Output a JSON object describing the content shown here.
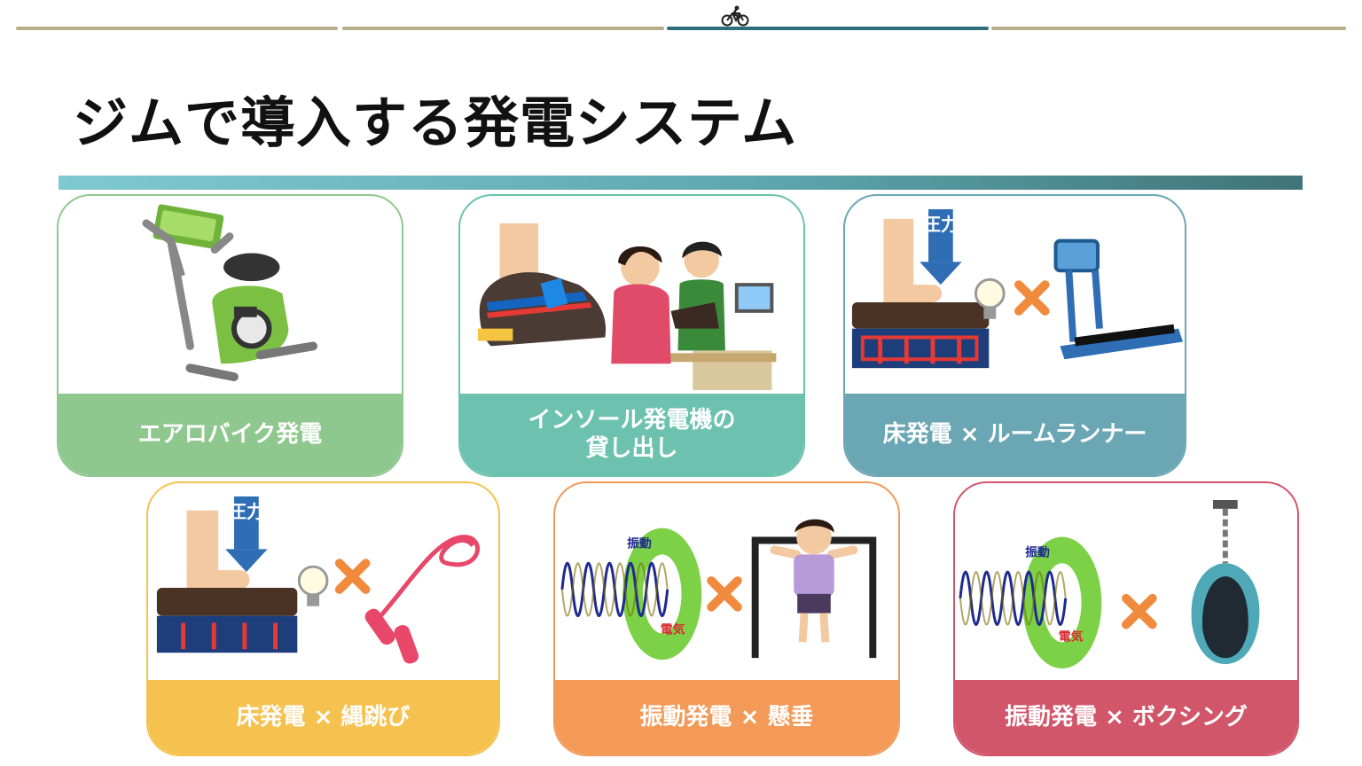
{
  "slide": {
    "title": "ジムで導入する発電システム",
    "progress": {
      "segments": 4,
      "current": 3
    }
  },
  "cards": [
    {
      "label": "エアロバイク発電",
      "color": "#8fc88f"
    },
    {
      "label_line1": "インソール発電機の",
      "label_line2": "貸し出し",
      "color": "#6cc2ae"
    },
    {
      "label": "床発電 × ルームランナー",
      "pressure_label": "圧力",
      "color": "#6aa6b4"
    },
    {
      "label": "床発電 × 縄跳び",
      "pressure_label": "圧力",
      "color": "#f5c24f"
    },
    {
      "label": "振動発電 × 懸垂",
      "vibration_label": "振動",
      "electric_label": "電気",
      "color": "#f39a58"
    },
    {
      "label": "振動発電 × ボクシング",
      "vibration_label": "振動",
      "electric_label": "電気",
      "color": "#d2566a"
    }
  ],
  "icons": [
    "bicycle-icon",
    "exercise-bike-icon",
    "shoe-icon",
    "shop-clerk-icon",
    "foot-icon",
    "pressure-arrow-icon",
    "light-bulb-icon",
    "cross-icon",
    "treadmill-icon",
    "jump-rope-icon",
    "sine-wave-icon",
    "pull-up-bar-icon",
    "punching-bag-icon"
  ],
  "colors": {
    "progress_done": "#b3ab8a",
    "progress_current": "#2e6f78",
    "cross": "#f08a3c"
  }
}
